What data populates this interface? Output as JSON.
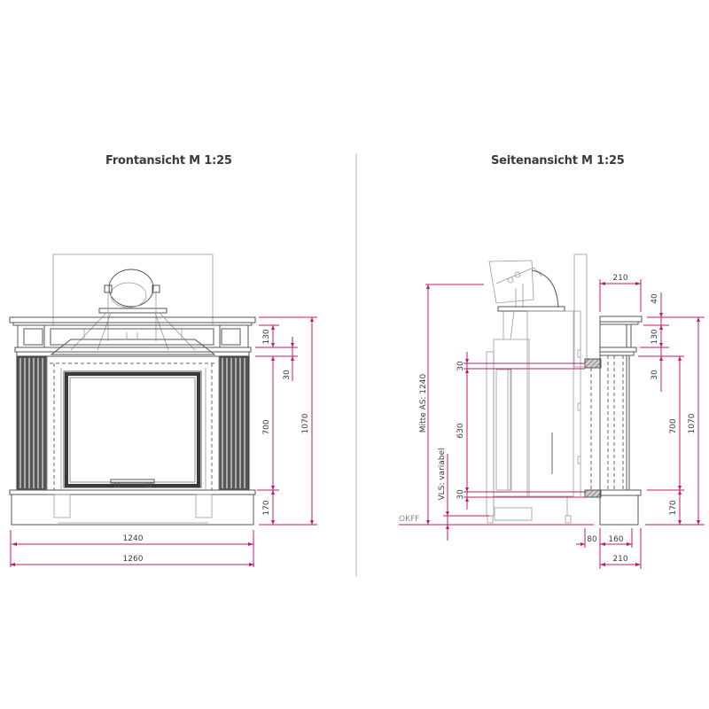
{
  "titles": {
    "front": "Frontansicht M 1:25",
    "side": "Seitenansicht M 1:25"
  },
  "colors": {
    "dimension": "#c2186b",
    "drawing": "#555555",
    "divider": "#b0b0b0",
    "title": "#3a3a3a"
  },
  "front_view": {
    "dimensions": {
      "top_panel": "130",
      "lintel_gap": "30",
      "opening_height": "700",
      "base_height": "170",
      "total_height": "1070",
      "width_inner": "1240",
      "width_total": "1260"
    }
  },
  "side_view": {
    "labels": {
      "flue_center": "Mitte AS: 1240",
      "vls": "VLS: variabel",
      "floor": "OKFF"
    },
    "dimensions": {
      "insert_top_gap": "30",
      "insert_opening": "630",
      "insert_bottom_gap": "30",
      "mantel_depth_top": "210",
      "mantel_shelf": "40",
      "top_panel": "130",
      "lintel_gap": "30",
      "opening_height": "700",
      "base_height": "170",
      "total_height": "1070",
      "wall_gap": "80",
      "column_depth": "160",
      "base_depth": "210"
    }
  }
}
